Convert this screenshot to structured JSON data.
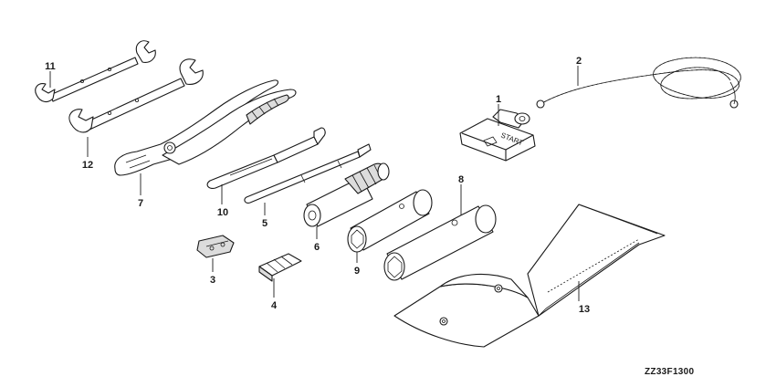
{
  "callouts": {
    "c1": "1",
    "c2": "2",
    "c3": "3",
    "c4": "4",
    "c5": "5",
    "c6": "6",
    "c7": "7",
    "c8": "8",
    "c9": "9",
    "c10": "10",
    "c11": "11",
    "c12": "12",
    "c13": "13"
  },
  "start_grip_label": "START",
  "drawing_code": "ZZ33F1300",
  "colors": {
    "line": "#1a1a1a",
    "background": "#ffffff",
    "shade": "#dcdcdc"
  }
}
